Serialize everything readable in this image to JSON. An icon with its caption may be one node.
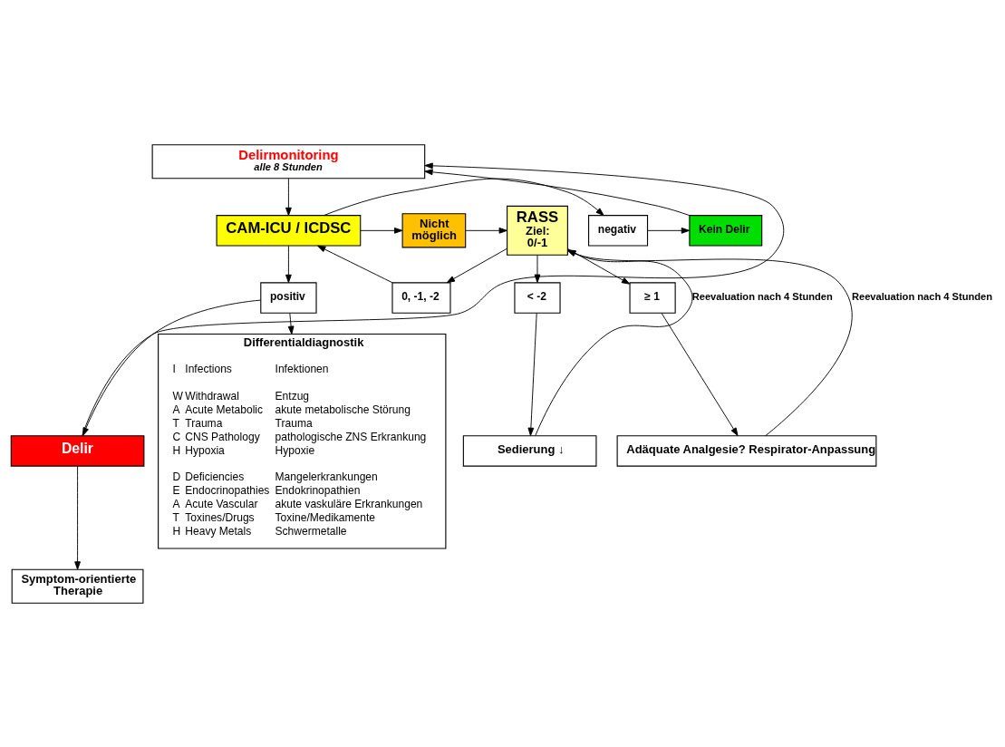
{
  "diagram": {
    "nodes": [
      {
        "text": [
          "Delirmonitoring",
          "alle 8 Stunden"
        ]
      },
      {
        "text": [
          "CAM-ICU / ICDSC"
        ]
      },
      {
        "text": [
          "negativ"
        ]
      },
      {
        "text": [
          "Kein Delir"
        ]
      },
      {
        "text": [
          "Nicht möglich"
        ]
      },
      {
        "text": [
          "RASS",
          "Ziel: 0/-1"
        ]
      },
      {
        "text": [
          "0, -1, -2"
        ]
      },
      {
        "text": [
          "< -2"
        ]
      },
      {
        "text": [
          "Sedierung ↓"
        ]
      },
      {
        "text": [
          "≥ 1"
        ]
      },
      {
        "text": [
          "Adäquate Analgesie? Respirator-Anpassung"
        ]
      },
      {
        "text": [
          "positiv"
        ]
      },
      {
        "text": [
          "Delir"
        ]
      },
      {
        "text": [
          "Symptom-orientierte Therapie"
        ]
      },
      {
        "text": [
          "Differentialdiagnostik"
        ]
      }
    ],
    "edges": [
      {
        "from": 0,
        "to": 1,
        "arrow": "to"
      },
      {
        "from": 1,
        "to": 2,
        "arrow": "to"
      },
      {
        "from": 2,
        "to": 3,
        "arrow": "to"
      },
      {
        "from": 3,
        "to": 0,
        "arrow": "to"
      },
      {
        "from": 1,
        "to": 4,
        "arrow": "to"
      },
      {
        "from": 4,
        "to": 5,
        "arrow": "to"
      },
      {
        "from": 5,
        "to": 6,
        "arrow": "to"
      },
      {
        "from": 6,
        "to": 1,
        "arrow": "to"
      },
      {
        "from": 5,
        "to": 7,
        "arrow": "to"
      },
      {
        "from": 7,
        "to": 8,
        "arrow": "to"
      },
      {
        "from": 8,
        "to": 5,
        "arrow": "to",
        "label": "Reevaluation nach 4 Stunden"
      },
      {
        "from": 5,
        "to": 9,
        "arrow": "to"
      },
      {
        "from": 9,
        "to": 10,
        "arrow": "to"
      },
      {
        "from": 10,
        "to": 5,
        "arrow": "to",
        "label": "Reevaluation nach 4 Stunden"
      },
      {
        "from": 1,
        "to": 11,
        "arrow": "to"
      },
      {
        "from": 11,
        "to": 12,
        "arrow": "to"
      },
      {
        "from": 11,
        "to": 14,
        "arrow": "to"
      },
      {
        "from": 12,
        "to": 13,
        "arrow": "to"
      },
      {
        "from": 12,
        "to": 0,
        "arrow": "to"
      }
    ],
    "labels": [
      "I",
      "Infections",
      "Infektionen",
      "W",
      "Withdrawal",
      "Entzug",
      "A",
      "Acute Metabolic",
      "akute metabolische Störung",
      "T",
      "Trauma",
      "Trauma",
      "C",
      "CNS Pathology",
      "pathologische ZNS Erkrankung",
      "H",
      "Hypoxia",
      "Hypoxie",
      "D",
      "Deficiencies",
      "Mangelerkrankungen",
      "E",
      "Endocrinopathies",
      "Endokrinopathien",
      "A",
      "Acute Vascular",
      "akute vaskuläre Erkrankungen",
      "T",
      "Toxines/Drugs",
      "Toxine/Medikamente",
      "H",
      "Heavy Metals",
      "Schwermetalle"
    ]
  }
}
